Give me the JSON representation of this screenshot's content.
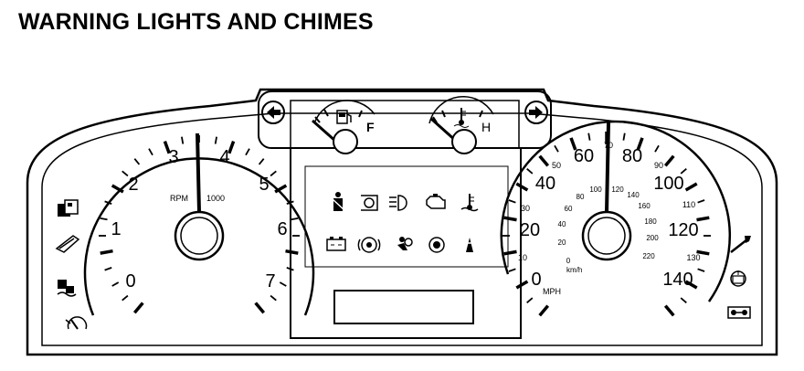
{
  "page": {
    "title": "WARNING LIGHTS AND CHIMES"
  },
  "tachometer": {
    "labels": [
      "0",
      "1",
      "2",
      "3",
      "4",
      "5",
      "6",
      "7"
    ],
    "unit": "RPM",
    "multiplier": "1000"
  },
  "fuel_gauge": {
    "full_label": "F"
  },
  "temp_gauge": {
    "hot_label": "H"
  },
  "speedometer": {
    "mph_labels": [
      "0",
      "20",
      "40",
      "60",
      "80",
      "100",
      "120",
      "140"
    ],
    "mph_minor_labels": [
      "10",
      "30",
      "50",
      "70",
      "90",
      "110",
      "130"
    ],
    "mph_unit": "MPH",
    "kmh_labels": [
      "0",
      "20",
      "40",
      "60",
      "80",
      "100",
      "120",
      "140",
      "160",
      "180",
      "200",
      "220"
    ],
    "kmh_unit": "km/h"
  },
  "icons": {
    "left": [
      "fuel-door-icon",
      "oil-can-icon",
      "traction-control-icon",
      "cruise-control-icon"
    ],
    "center_row1": [
      "seatbelt-icon",
      "tire-pressure-icon",
      "high-beam-icon",
      "check-engine-icon",
      "coolant-temp-icon"
    ],
    "center_row2": [
      "battery-icon",
      "brake-warning-icon",
      "airbag-icon",
      "abs-icon",
      "traction-off-icon"
    ],
    "right": [
      "wrench-icon",
      "door-ajar-icon",
      "awd-icon"
    ]
  }
}
